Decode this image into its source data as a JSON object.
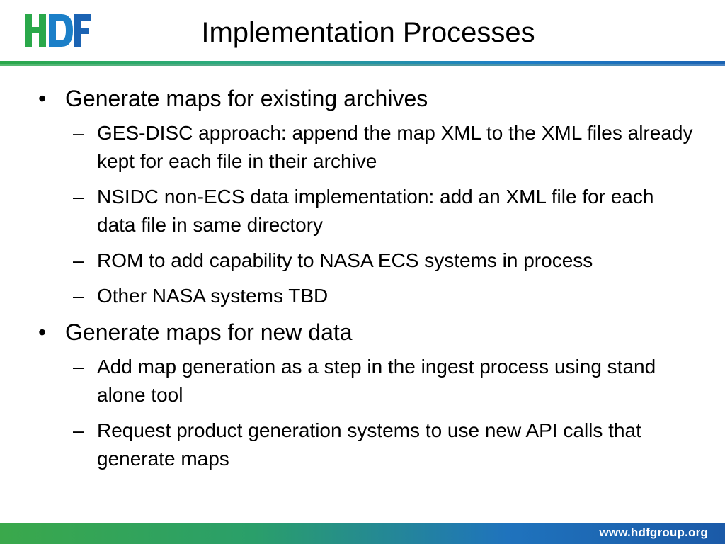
{
  "header": {
    "logo_text": "HDF",
    "title": "Implementation Processes"
  },
  "content": [
    {
      "text": "Generate maps for existing archives",
      "sub": [
        "GES-DISC approach: append the map XML to the XML files already kept for each file in their archive",
        "NSIDC non-ECS data implementation: add an XML file for each data file in same directory",
        "ROM to add capability to NASA ECS systems in process",
        "Other NASA systems TBD"
      ]
    },
    {
      "text": "Generate maps for new data",
      "sub": [
        "Add map generation as a step in the ingest process using stand alone tool",
        "Request product generation systems to use new API calls that generate maps"
      ]
    }
  ],
  "footer": {
    "url": "www.hdfgroup.org"
  },
  "colors": {
    "green": "#2aa84a",
    "blue": "#1b63b3"
  }
}
